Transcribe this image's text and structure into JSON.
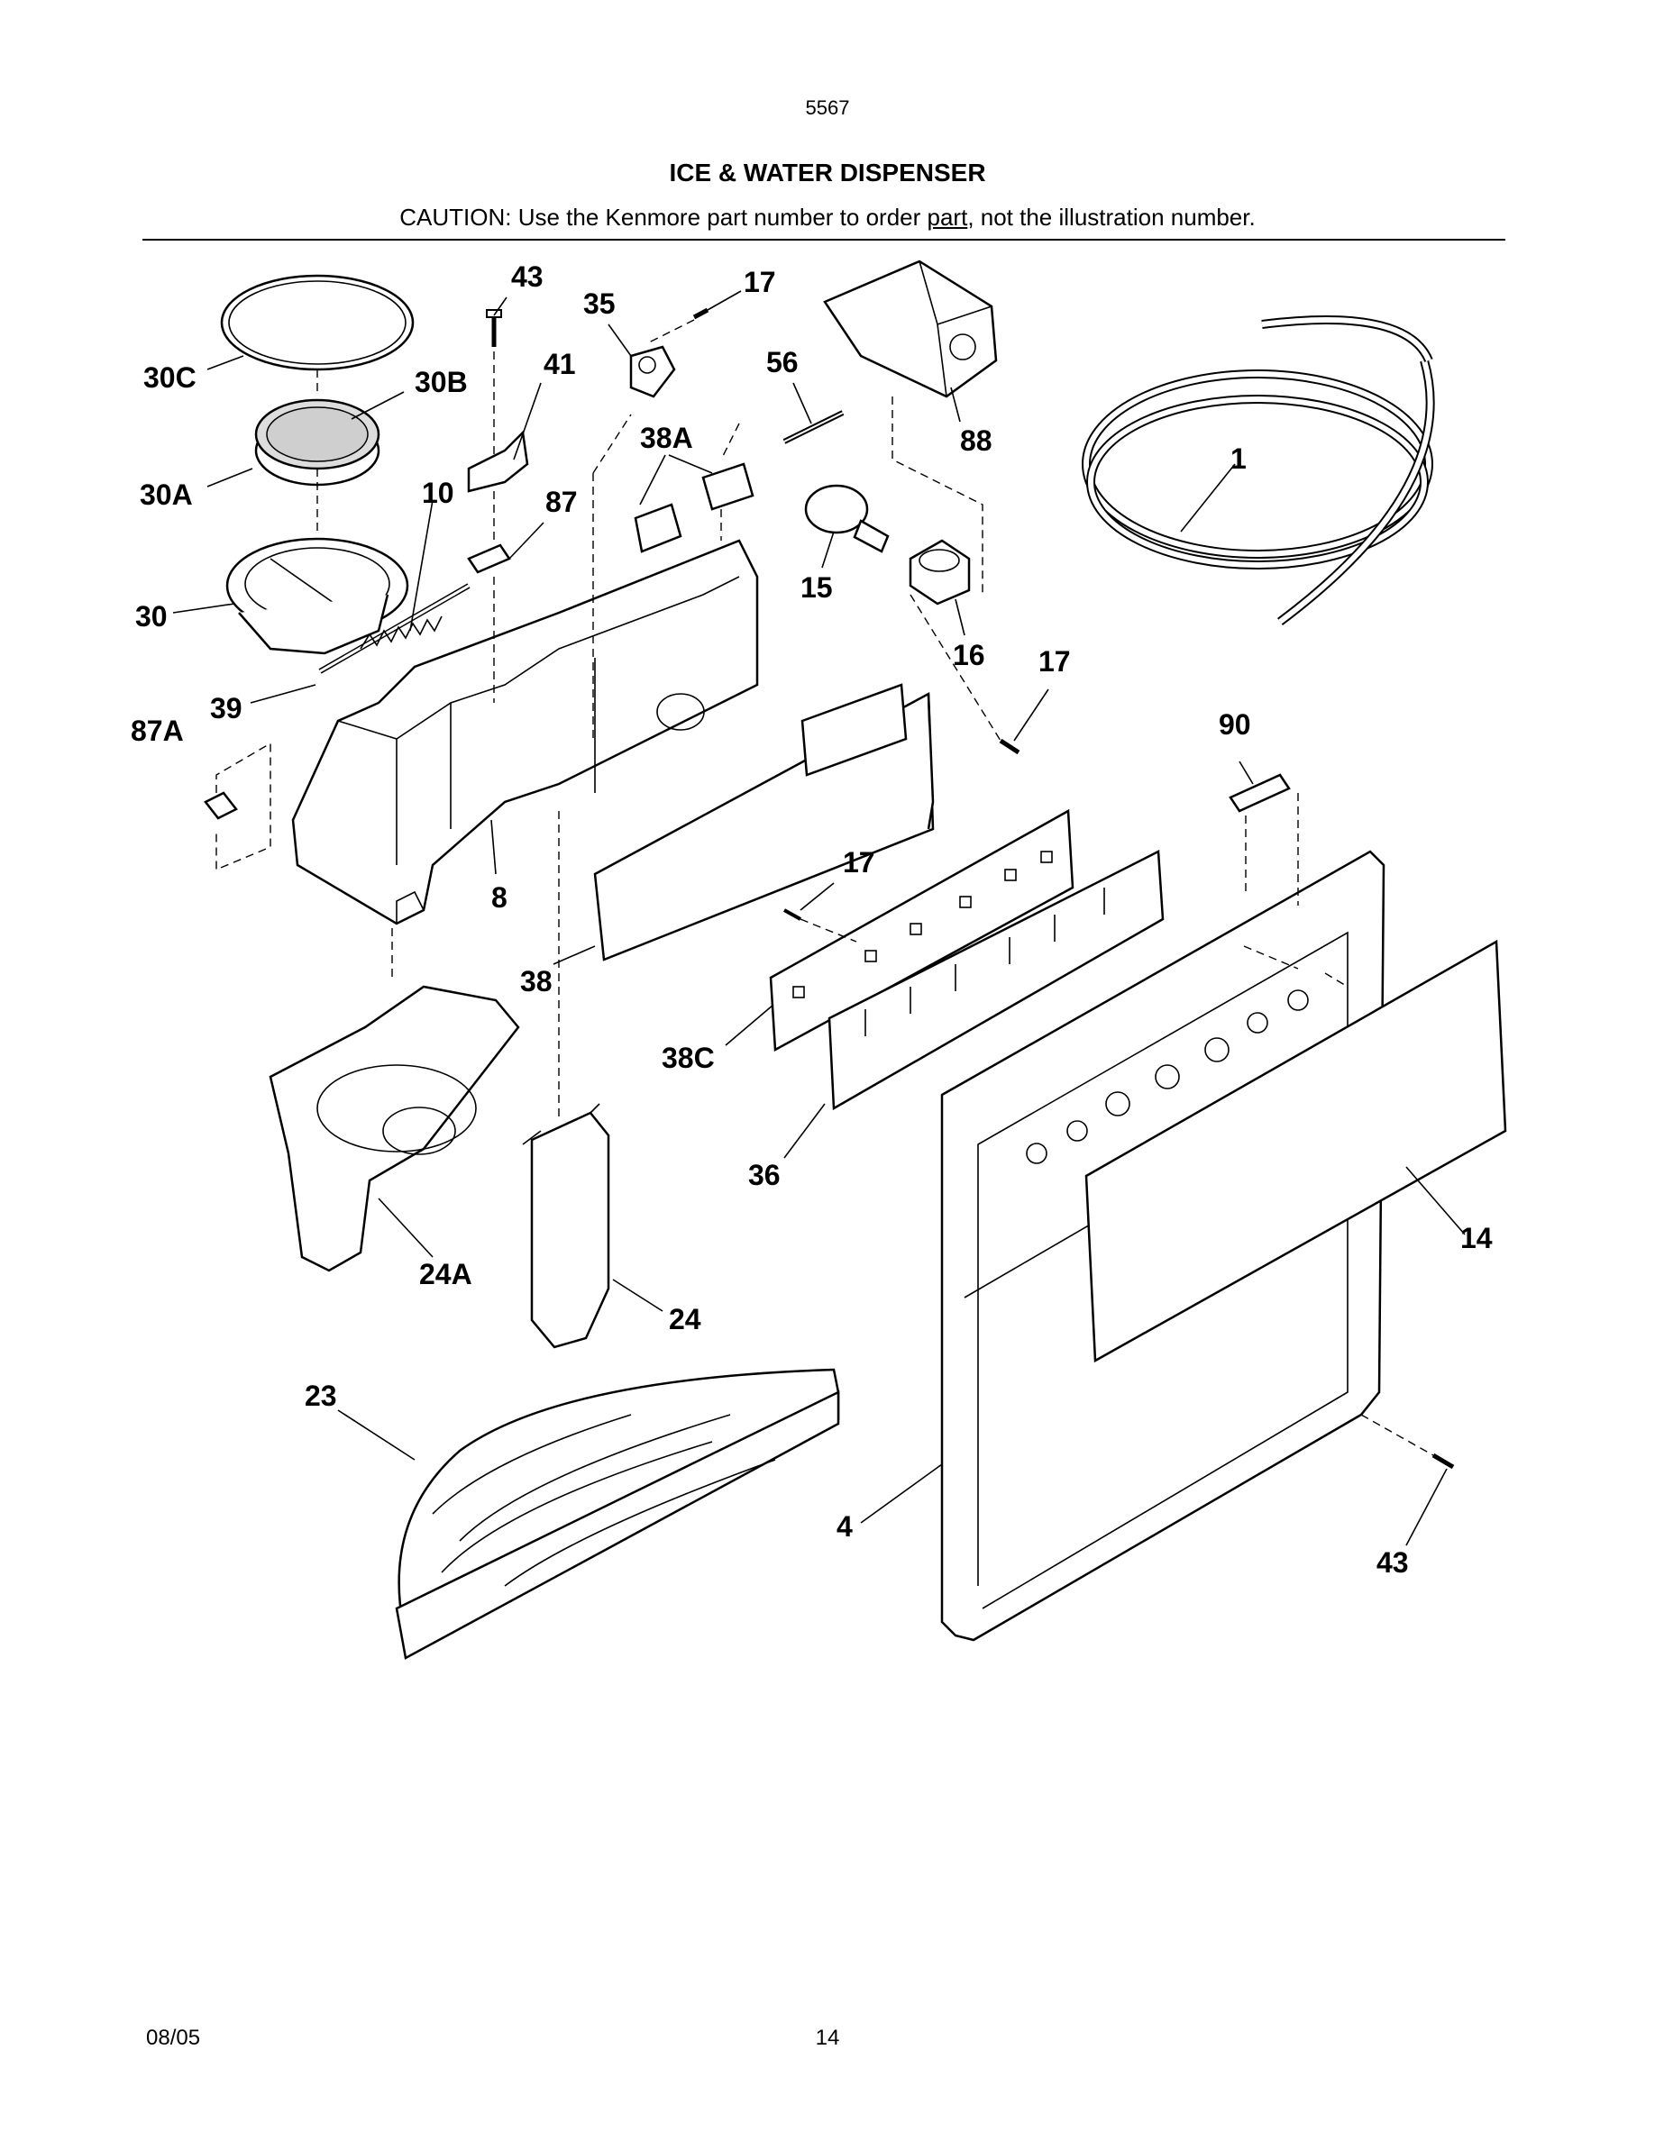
{
  "header": {
    "page_code": "5567",
    "title": "ICE & WATER DISPENSER",
    "caution_prefix": "CAUTION: Use the Kenmore part number to order ",
    "caution_underlined": "part",
    "caution_suffix": ", not the illustration number."
  },
  "callouts": [
    "43",
    "35",
    "17",
    "30C",
    "41",
    "56",
    "30B",
    "38A",
    "88",
    "1",
    "30A",
    "10",
    "87",
    "30",
    "15",
    "16",
    "17",
    "39",
    "87A",
    "90",
    "17",
    "8",
    "38",
    "38C",
    "36",
    "14",
    "24A",
    "24",
    "23",
    "4",
    "43"
  ],
  "footer": {
    "date": "08/05",
    "page": "14"
  }
}
